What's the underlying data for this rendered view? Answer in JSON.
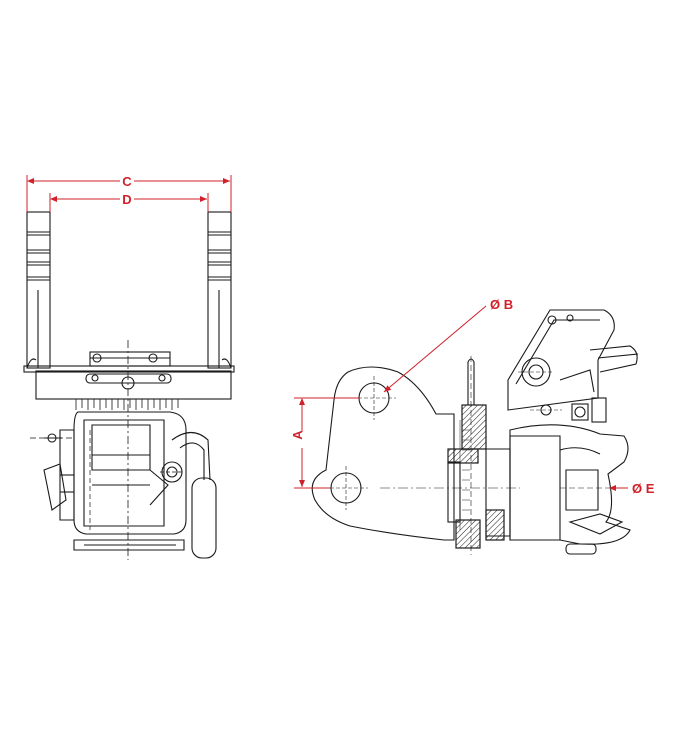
{
  "labels": {
    "c": "C",
    "d": "D",
    "b": "Ø B",
    "a": "A",
    "e": "Ø E"
  },
  "colors": {
    "line": "#1a1a1a",
    "dimension": "#d0202a",
    "hatch": "#1a1a1a",
    "background": "#ffffff"
  }
}
